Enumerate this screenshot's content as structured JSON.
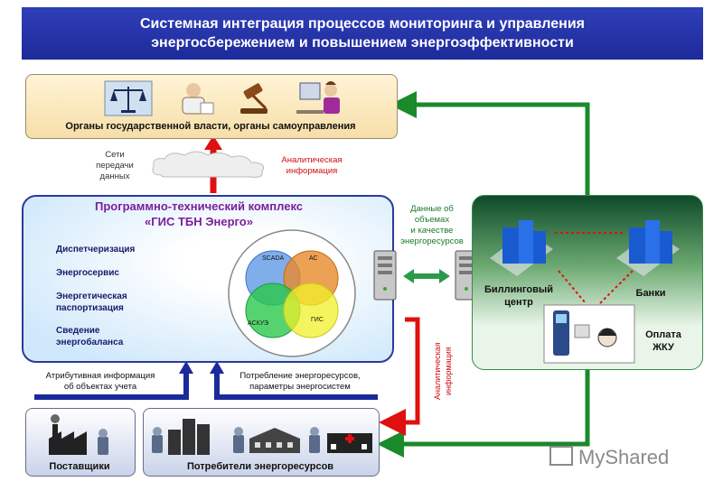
{
  "title": {
    "line1": "Системная интеграция процессов мониторинга и управления",
    "line2": "энергосбережением и повышением энергоэффективности"
  },
  "government": {
    "caption": "Органы государственной власти, органы самоуправления"
  },
  "network": {
    "label_line1": "Сети",
    "label_line2": "передачи",
    "label_line3": "данных"
  },
  "analytics_top": {
    "line1": "Аналитическая",
    "line2": "информация"
  },
  "gis": {
    "title_line1": "Программно-технический комплекс",
    "title_line2": "«ГИС ТБН Энерго»",
    "items": [
      "Диспетчеризация",
      "Энергосервис",
      "Энергетическая паспортизация",
      "Сведение энергобаланса"
    ],
    "venn": [
      "SCADA",
      "АС",
      "АСКУЭ",
      "ГИС"
    ]
  },
  "exchange": {
    "line1": "Данные об",
    "line2": "объемах",
    "line3": "и качестве",
    "line4": "энергоресурсов"
  },
  "billing": {
    "center_line1": "Биллинговый",
    "center_line2": "центр",
    "banks": "Банки",
    "payment_line1": "Оплата",
    "payment_line2": "ЖКУ"
  },
  "analytics_side": {
    "line1": "Аналитическая",
    "line2": "информация"
  },
  "attributes": {
    "line1": "Атрибутивная  информация",
    "line2": "об объектах учета"
  },
  "consumption": {
    "line1": "Потребление энергоресурсов,",
    "line2": "параметры энергосистем"
  },
  "suppliers": {
    "caption": "Поставщики"
  },
  "consumers": {
    "caption": "Потребители энергоресурсов"
  },
  "watermark": "MyShared",
  "colors": {
    "title_bg": "#1d2a9a",
    "green_arrow": "#1a8a2a",
    "red_arrow": "#e01010",
    "blue_arrow": "#1a2a9a"
  }
}
